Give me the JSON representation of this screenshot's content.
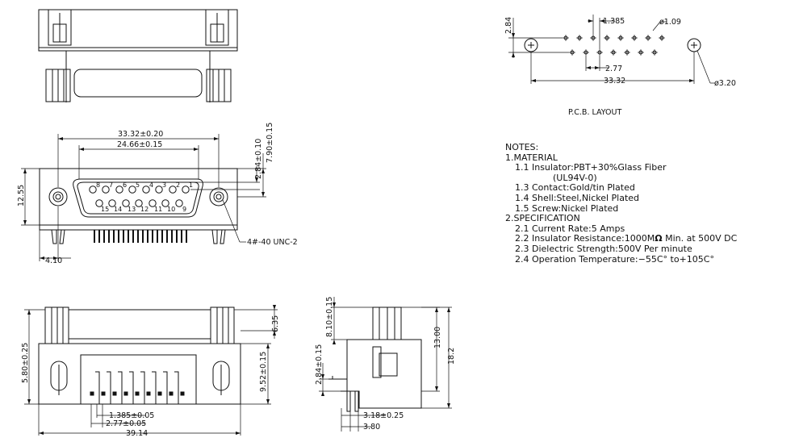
{
  "front_view": {
    "dim_width": "33.32±0.20",
    "dim_inner": "24.66±0.15",
    "dim_height": "12.55",
    "dim_rowpitch": "2.84±0.10",
    "dim_depth": "7.90±0.15",
    "dim_offset": "4.10",
    "screw_label": "4#-40  UNC-2",
    "pin_labels_top": [
      "8",
      "7",
      "6",
      "5",
      "4",
      "3",
      "2",
      "1"
    ],
    "pin_labels_bottom": [
      "15",
      "14",
      "13",
      "12",
      "11",
      "10",
      "9"
    ]
  },
  "bottom_view": {
    "dim_left_height": "5.80±0.25",
    "dim_right_top": "6.35",
    "dim_right_height": "9.52±0.15",
    "dim_pitch": "1.385±0.05",
    "dim_pitch2": "2.77±0.05",
    "dim_width": "39.14"
  },
  "side_view": {
    "dim_top": "8.10±0.15",
    "dim_left": "2.84±0.15",
    "dim_h1": "13.00",
    "dim_h2": "18.2",
    "dim_b1": "3.18±0.25",
    "dim_b2": "3.80"
  },
  "pcb_layout": {
    "dim_row": "2.84",
    "dim_pitch": "1.385",
    "dim_hole": "ø1.09",
    "dim_pitch2": "2.77",
    "dim_span": "33.32",
    "dim_mount": "ø3.20",
    "title": "P.C.B.  LAYOUT"
  },
  "notes": {
    "heading": "NOTES:",
    "s1": "1.MATERIAL",
    "m1": "1.1  Insulator:PBT+30%Glass  Fiber",
    "m1b": "(UL94V-0)",
    "m3": "1.3  Contact:Gold/tin    Plated",
    "m4": "1.4  Shell:Steel,Nickel    Plated",
    "m5": "1.5  Screw:Nickel    Plated",
    "s2": "2.SPECIFICATION",
    "p1": "2.1  Current  Rate:5  Amps",
    "p2a": "2.2  Insulator  Resistance:1000M",
    "p2ohm": "Ω",
    "p2b": "  Min.  at  500V  DC",
    "p3": "2.3  Dielectric  Strength:500V  Per  minute",
    "p4": "2.4  Operation  Temperature:−55C° to+105C°"
  }
}
